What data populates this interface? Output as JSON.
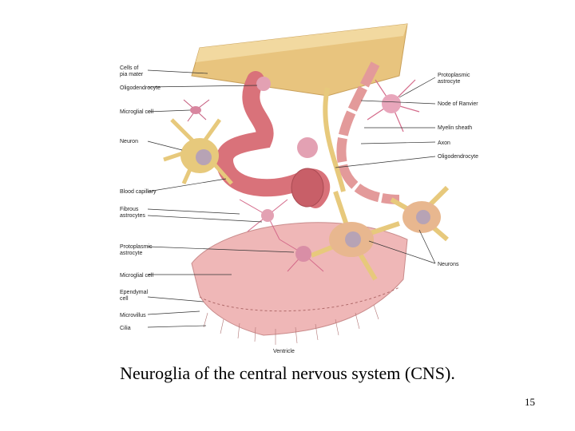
{
  "slide": {
    "caption": "Neuroglia of the central nervous system (CNS).",
    "page_number": "15"
  },
  "diagram": {
    "left_labels": [
      {
        "id": "cells-of-pia-mater",
        "lines": [
          "Cells of",
          "pia mater"
        ]
      },
      {
        "id": "oligodendrocyte",
        "lines": [
          "Oligodendrocyte"
        ]
      },
      {
        "id": "microglial-cell",
        "lines": [
          "Microglial cell"
        ]
      },
      {
        "id": "neuron",
        "lines": [
          "Neuron"
        ]
      },
      {
        "id": "blood-capillary",
        "lines": [
          "Blood capillary"
        ]
      },
      {
        "id": "fibrous-astrocytes",
        "lines": [
          "Fibrous",
          "astrocytes"
        ]
      },
      {
        "id": "protoplasmic-astrocyte",
        "lines": [
          "Protoplasmic",
          "astrocyte"
        ]
      },
      {
        "id": "microglial-cell-2",
        "lines": [
          "Microglial cell"
        ]
      },
      {
        "id": "ependymal-cell",
        "lines": [
          "Ependymal",
          "cell"
        ]
      },
      {
        "id": "microvillus",
        "lines": [
          "Microvillus"
        ]
      },
      {
        "id": "cilia",
        "lines": [
          "Cilia"
        ]
      }
    ],
    "right_labels": [
      {
        "id": "protoplasmic-astrocyte-right",
        "lines": [
          "Protoplasmic",
          "astrocyte"
        ]
      },
      {
        "id": "node-of-ranvier",
        "lines": [
          "Node of Ranvier"
        ]
      },
      {
        "id": "myelin-sheath",
        "lines": [
          "Myelin sheath"
        ]
      },
      {
        "id": "axon",
        "lines": [
          "Axon"
        ]
      },
      {
        "id": "oligodendrocyte-right",
        "lines": [
          "Oligodendrocyte"
        ]
      },
      {
        "id": "neurons",
        "lines": [
          "Neurons"
        ]
      }
    ],
    "bottom_label": "Ventricle",
    "colors": {
      "pia_mater": "#e8c47e",
      "capillary": "#d9727a",
      "astrocyte": "#e7c97c",
      "neuron_body": "#e8b78f",
      "ependyma": "#efb7b7",
      "myelin": "#e39a9a"
    }
  }
}
